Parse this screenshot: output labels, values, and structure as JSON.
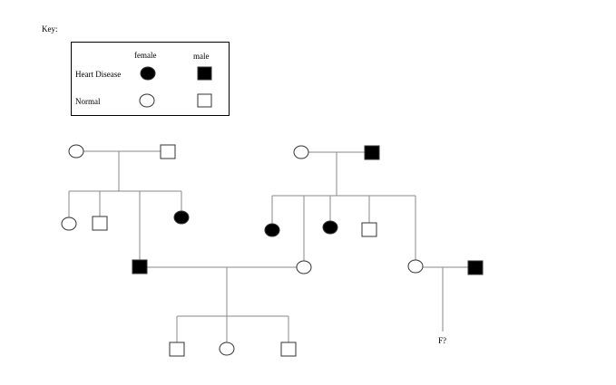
{
  "key": {
    "title": "Key:",
    "col_female": "female",
    "col_male": "male",
    "row_affected": "Heart Disease",
    "row_normal": "Normal",
    "symbols": {
      "female_affected": "filled-circle",
      "male_affected": "filled-square",
      "female_normal": "open-circle",
      "male_normal": "open-square"
    }
  },
  "pedigree": {
    "unknown_label": "F?",
    "colors": {
      "affected": "#000000",
      "normal": "#ffffff",
      "line": "#8a8a8a"
    }
  }
}
